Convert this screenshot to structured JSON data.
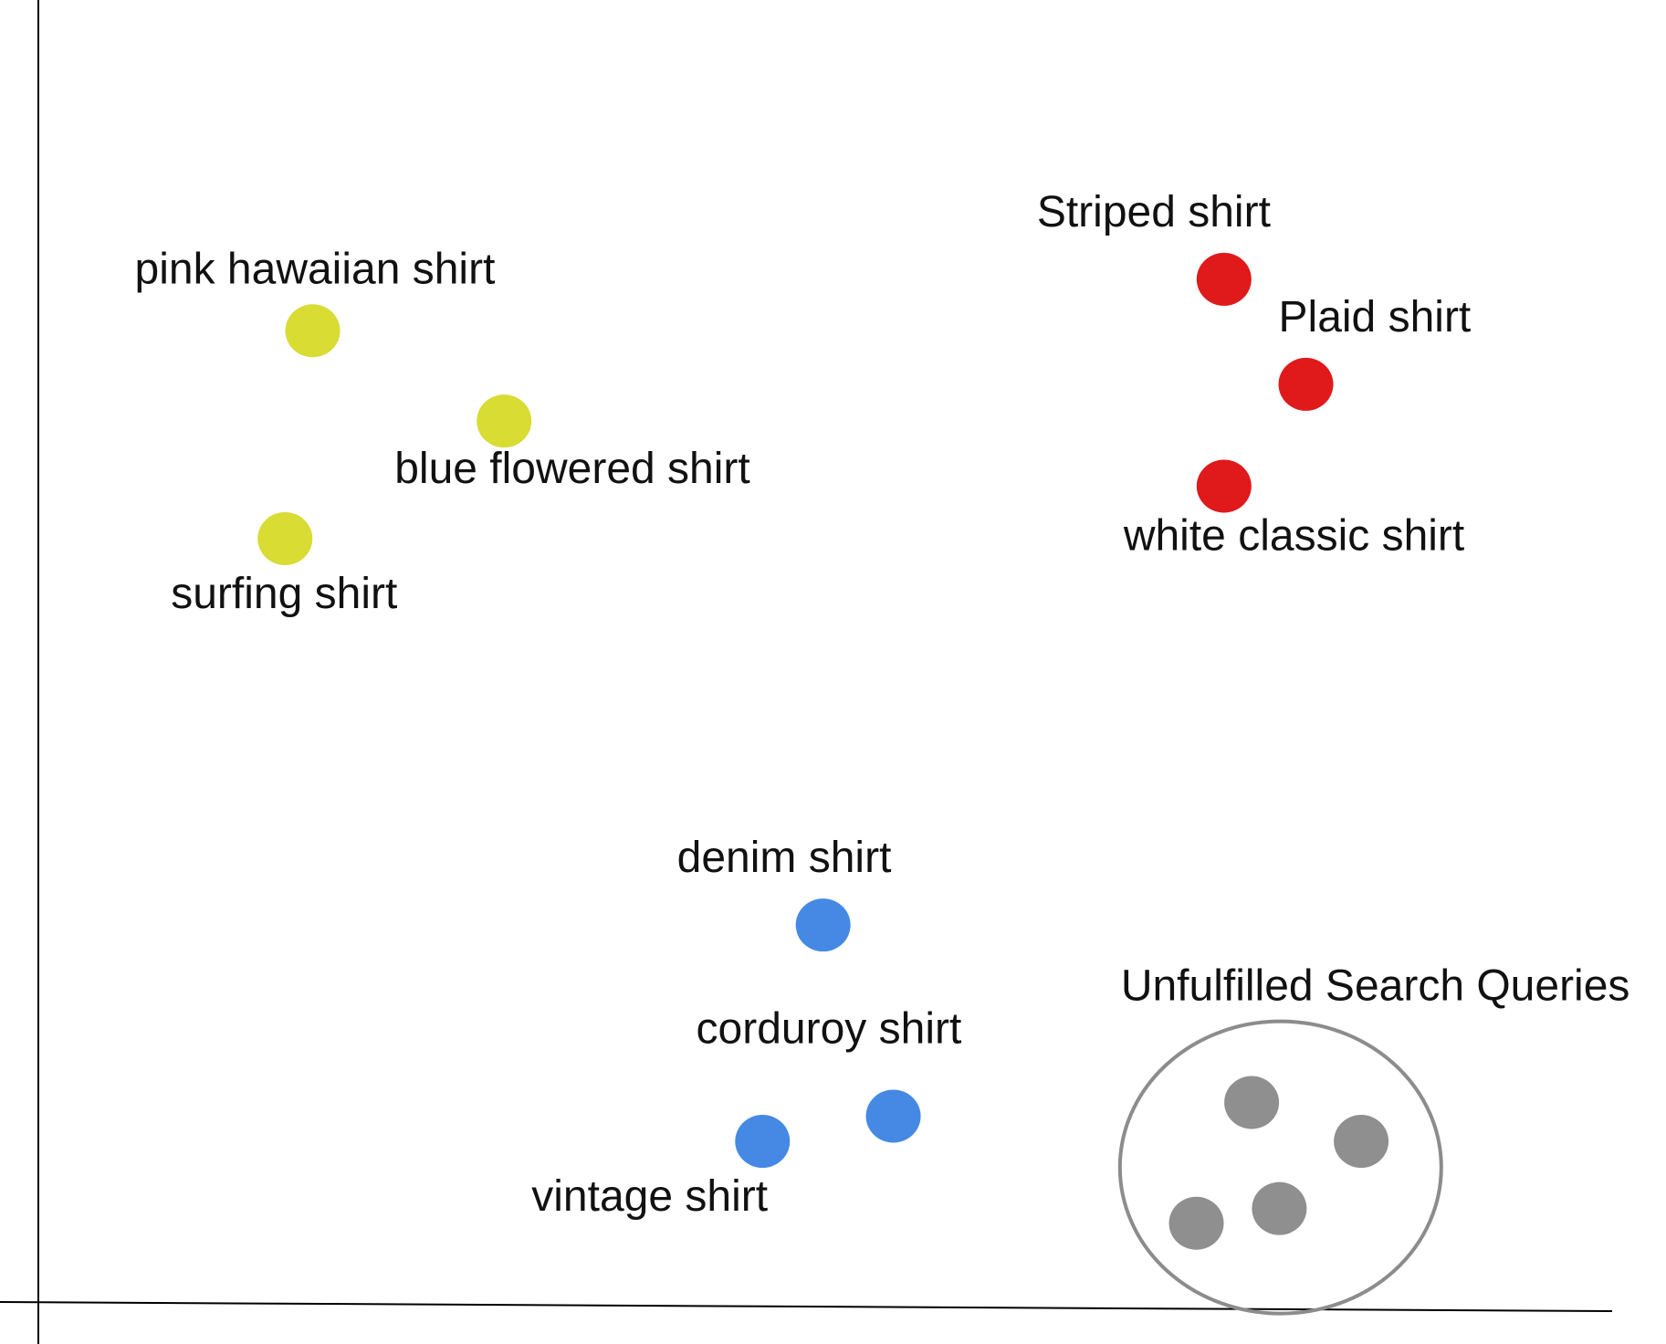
{
  "chart_data": {
    "type": "scatter",
    "grid": false,
    "xlim": [
      0,
      1480
    ],
    "ylim": [
      0,
      1240
    ],
    "series": [
      {
        "color": "#d8dc33",
        "points": [
          {
            "label": "pink hawaiian shirt",
            "x": 258,
            "y": 925
          },
          {
            "label": "blue flowered shirt",
            "x": 438,
            "y": 839
          },
          {
            "label": "surfing shirt",
            "x": 232,
            "y": 727
          }
        ]
      },
      {
        "color": "#e0191b",
        "points": [
          {
            "label": "Striped shirt",
            "x": 1115,
            "y": 974
          },
          {
            "label": "Plaid shirt",
            "x": 1192,
            "y": 874
          },
          {
            "label": "white classic shirt",
            "x": 1115,
            "y": 777
          }
        ]
      },
      {
        "color": "#4589e5",
        "points": [
          {
            "label": "denim shirt",
            "x": 738,
            "y": 359
          },
          {
            "label": "corduroy shirt",
            "x": 804,
            "y": 177
          },
          {
            "label": "vintage shirt",
            "x": 681,
            "y": 153
          }
        ]
      },
      {
        "color": "#8f8f8f",
        "points": [
          {
            "x": 1141,
            "y": 190
          },
          {
            "x": 1244,
            "y": 153
          },
          {
            "x": 1167,
            "y": 89
          },
          {
            "x": 1089,
            "y": 75
          }
        ]
      }
    ],
    "annotations": [
      {
        "text": "Unfulfilled Search Queries",
        "encloses_series": 3,
        "outline_color": "#8c8c8c"
      }
    ]
  }
}
